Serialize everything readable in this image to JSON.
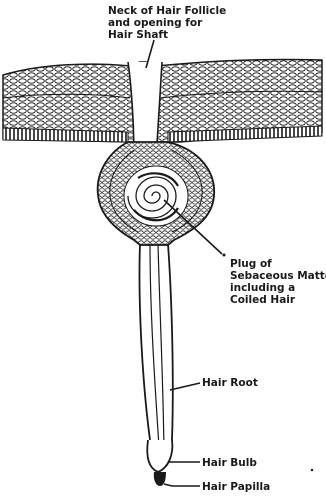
{
  "diagram": {
    "labels": {
      "neck_line1": "Neck of Hair Follicle",
      "neck_line2": "and opening for",
      "neck_line3": "Hair Shaft",
      "plug_line1": "Plug of",
      "plug_line2": "Sebaceous Matter",
      "plug_line3": "including a",
      "plug_line4": "Coiled Hair",
      "hair_root": "Hair Root",
      "hair_bulb": "Hair Bulb",
      "hair_papilla": "Hair Papilla"
    },
    "colors": {
      "ink": "#1a1a1a",
      "paper": "#ffffff"
    }
  }
}
